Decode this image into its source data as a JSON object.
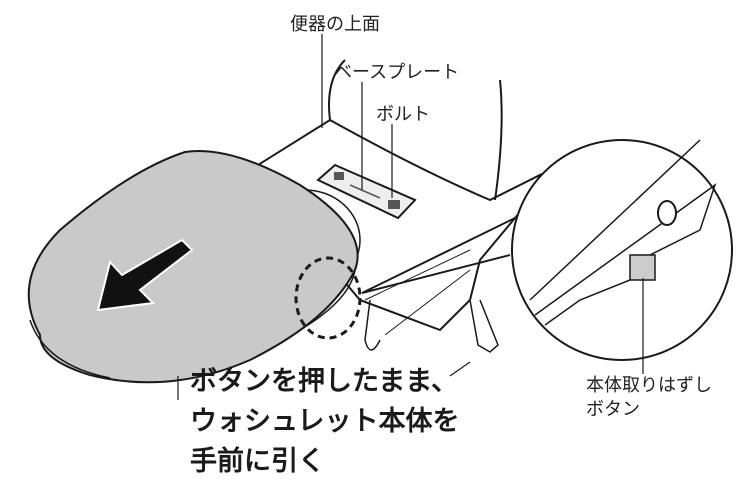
{
  "labels": {
    "bowl_top": "便器の上面",
    "base_plate": "ベースプレート",
    "bolt": "ボルト",
    "release_button_line1": "本体取りはずし",
    "release_button_line2": "ボタン"
  },
  "instruction": {
    "line1": "ボタンを押したまま、",
    "line2": "ウォシュレット本体を",
    "line3": "手前に引く"
  },
  "colors": {
    "seat": "#c9c9c9",
    "outline": "#1a1a1a",
    "arrow": "#111111"
  }
}
